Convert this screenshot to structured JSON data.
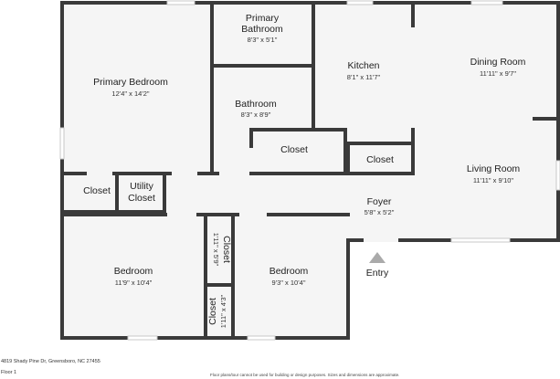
{
  "rooms": {
    "primary_bedroom": {
      "name": "Primary Bedroom",
      "dims": "12'4\" x 14'2\""
    },
    "primary_bathroom": {
      "name_line1": "Primary",
      "name_line2": "Bathroom",
      "dims": "8'3\" x 5'1\""
    },
    "kitchen": {
      "name": "Kitchen",
      "dims": "8'1\" x 11'7\""
    },
    "dining_room": {
      "name": "Dining Room",
      "dims": "11'11\" x 9'7\""
    },
    "bathroom": {
      "name": "Bathroom",
      "dims": "8'3\" x 8'9\""
    },
    "closet_center": {
      "name": "Closet"
    },
    "closet_right": {
      "name": "Closet"
    },
    "living_room": {
      "name": "Living Room",
      "dims": "11'11\" x 9'10\""
    },
    "closet_left": {
      "name": "Closet"
    },
    "utility_closet": {
      "name_line1": "Utility",
      "name_line2": "Closet"
    },
    "foyer": {
      "name": "Foyer",
      "dims": "5'8\" x 5'2\""
    },
    "bedroom_left": {
      "name": "Bedroom",
      "dims": "11'9\" x 10'4\""
    },
    "closet_vertical_top": {
      "name": "Closet",
      "dims": "1'11\" x 5'9\""
    },
    "closet_vertical_bottom": {
      "name": "Closet",
      "dims": "1'11\" x 4'3\""
    },
    "bedroom_right": {
      "name": "Bedroom",
      "dims": "9'3\" x 10'4\""
    }
  },
  "entry": {
    "label": "Entry"
  },
  "footer": {
    "address": "4819 Shady Pine Dr, Greensboro, NC 27455",
    "floor": "Floor 1",
    "disclaimer": "Floor plans/tour cannot be used for building or design purposes. Sizes and dimensions are approximate."
  },
  "colors": {
    "wall": "#3a3a3a",
    "floor": "#f5f5f5",
    "window": "#c8c8c8",
    "entry_marker": "#aaaaaa"
  }
}
